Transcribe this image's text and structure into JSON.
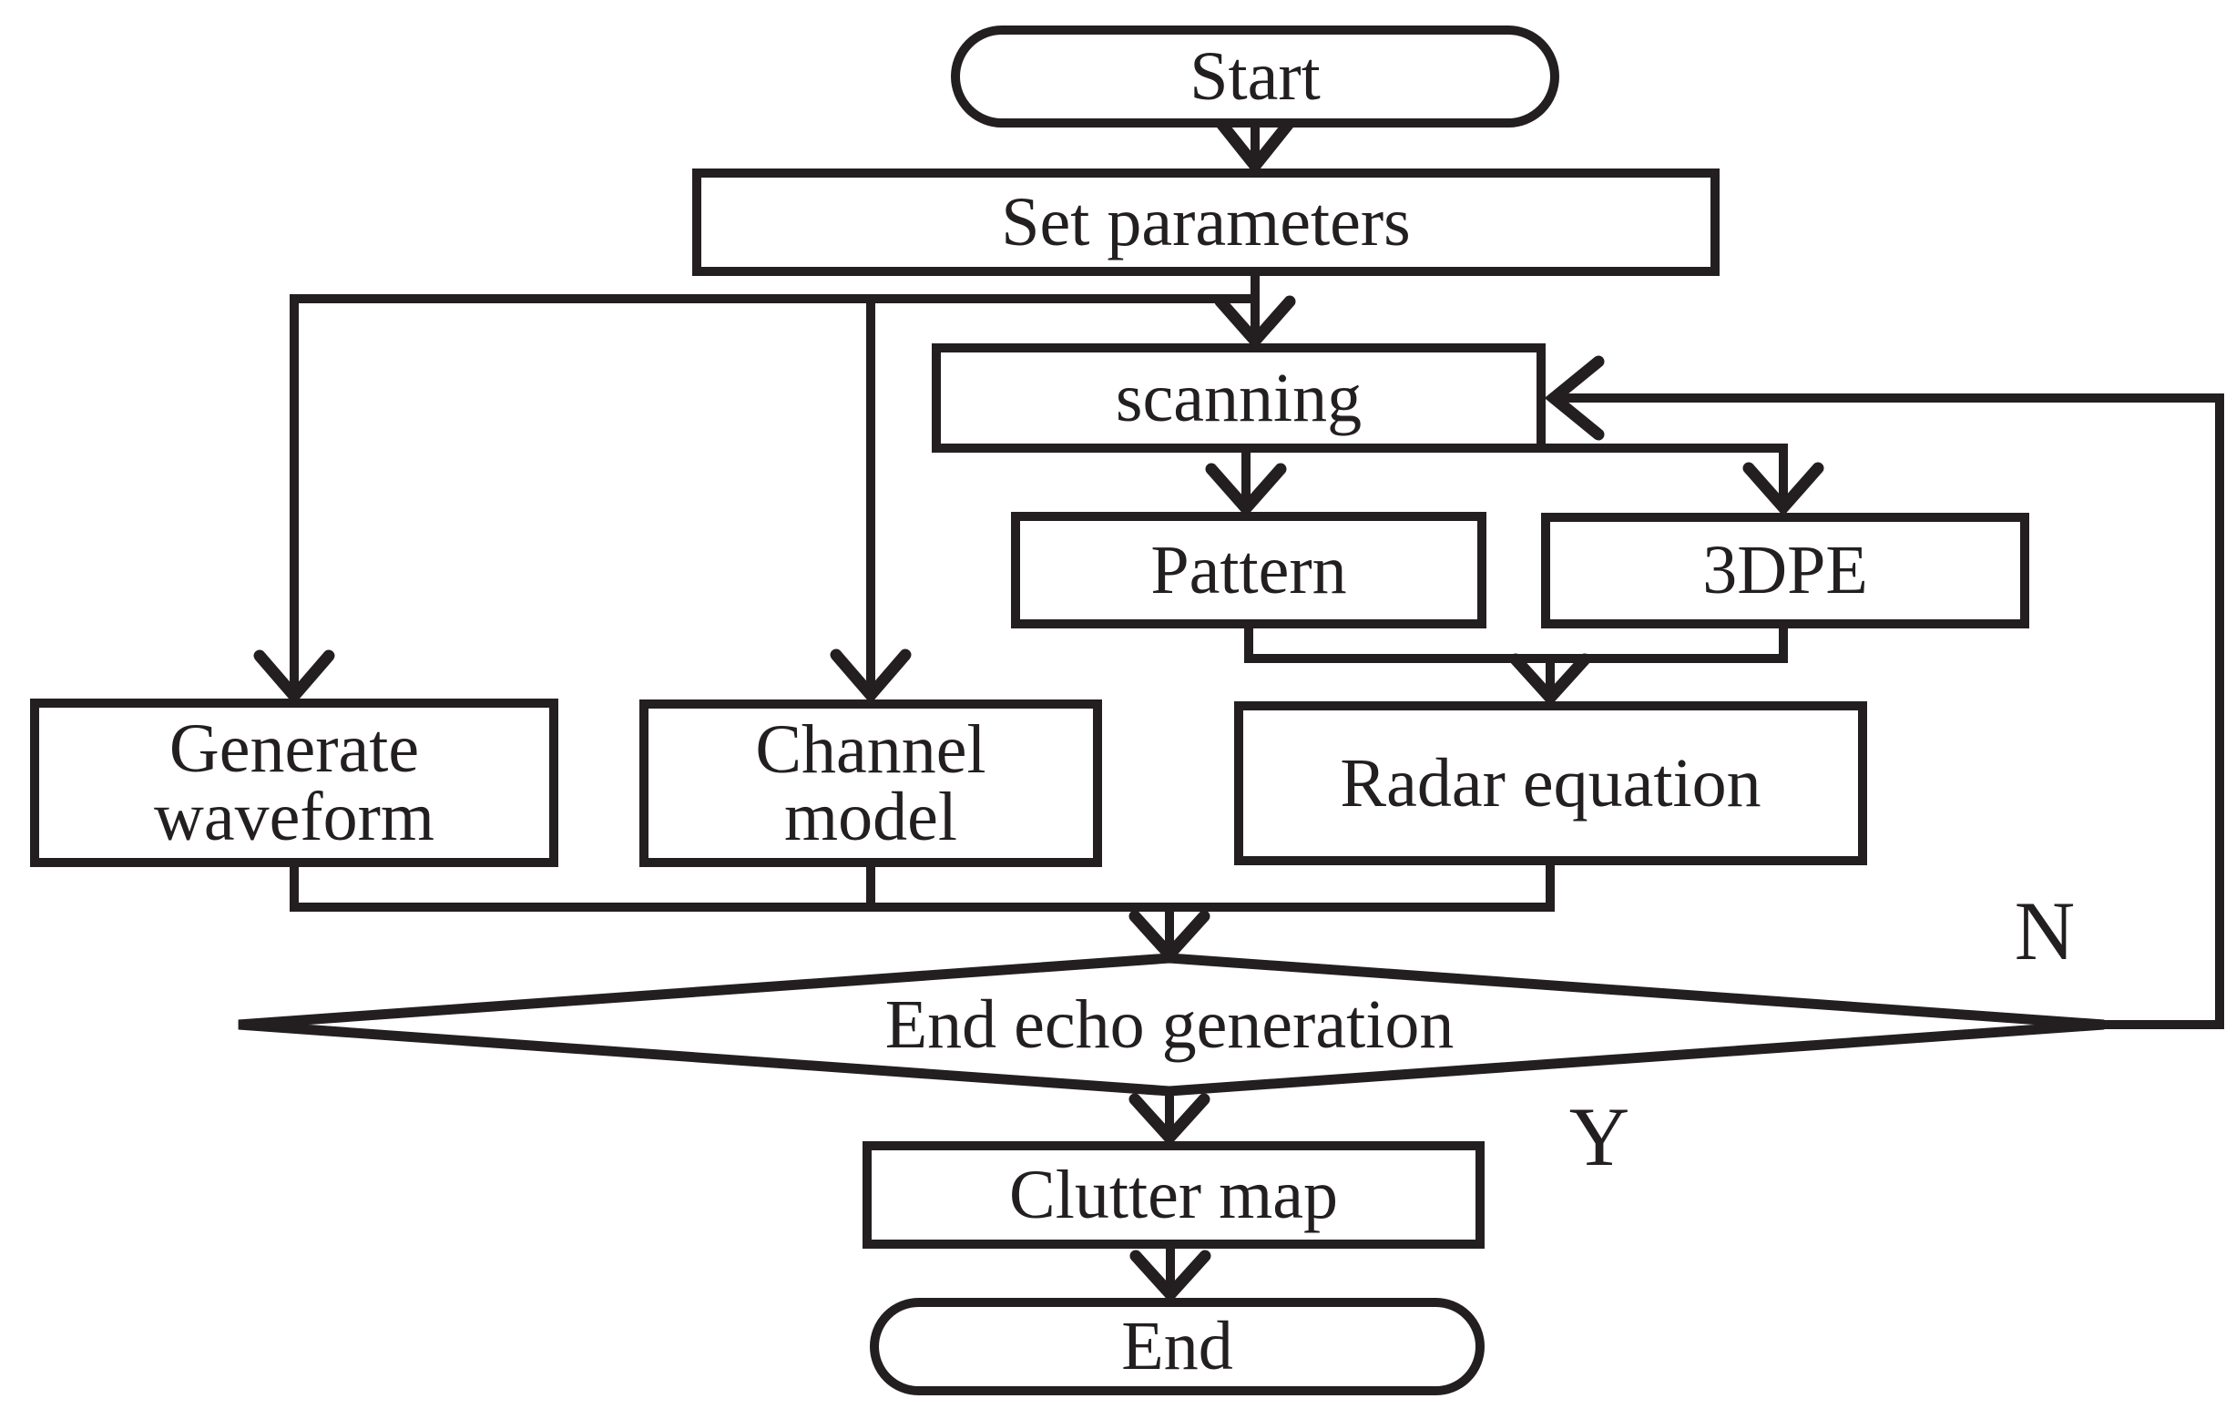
{
  "nodes": {
    "start": {
      "label": "Start"
    },
    "set_parameters": {
      "label": "Set parameters"
    },
    "scanning": {
      "label": "scanning"
    },
    "pattern": {
      "label": "Pattern"
    },
    "three_dpe": {
      "label": "3DPE"
    },
    "generate_waveform": {
      "label": "Generate\nwaveform"
    },
    "channel_model": {
      "label": "Channel\nmodel"
    },
    "radar_equation": {
      "label": "Radar equation"
    },
    "decision": {
      "label": "End echo generation"
    },
    "clutter_map": {
      "label": "Clutter map"
    },
    "end": {
      "label": "End"
    }
  },
  "branch_labels": {
    "no": "N",
    "yes": "Y"
  },
  "colors": {
    "stroke": "#231f20",
    "background": "#ffffff"
  }
}
